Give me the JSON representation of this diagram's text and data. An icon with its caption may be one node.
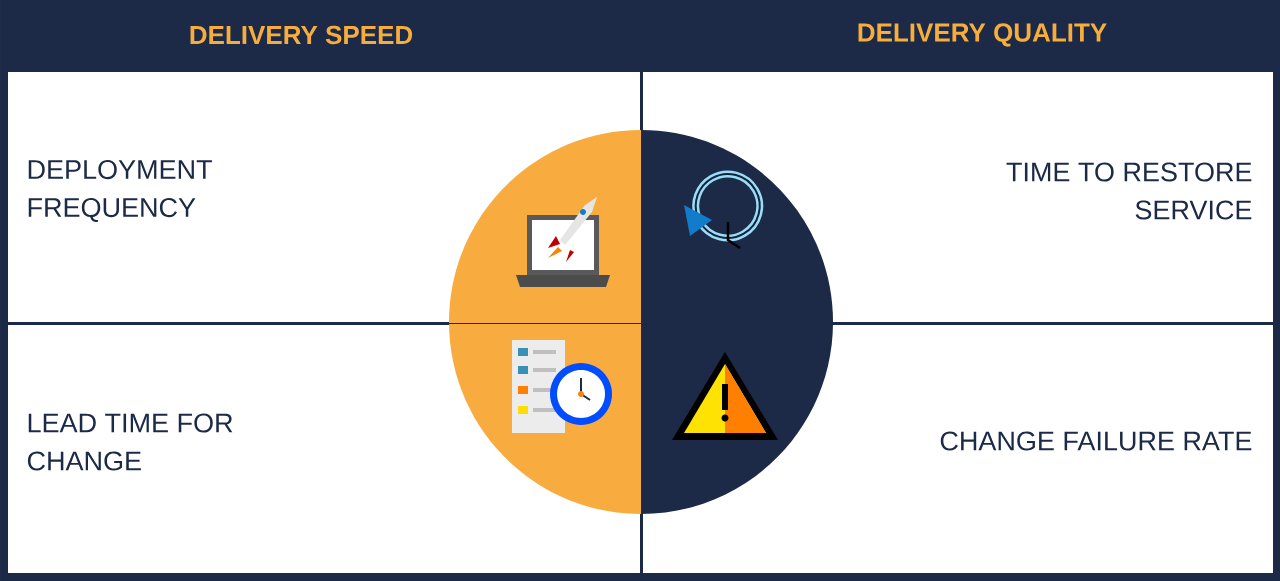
{
  "diagram": {
    "nodes": [
      {
        "text": [
          "DEPLOYMENT FREQUENCY"
        ]
      },
      {
        "text": [
          "TIME TO RESTORE SERVICE"
        ]
      },
      {
        "text": [
          "LEAD TIME FOR CHANGE"
        ]
      },
      {
        "text": [
          "CHANGE FAILURE RATE"
        ]
      }
    ],
    "labels": [
      "DELIVERY SPEED",
      "DELIVERY QUALITY"
    ]
  }
}
